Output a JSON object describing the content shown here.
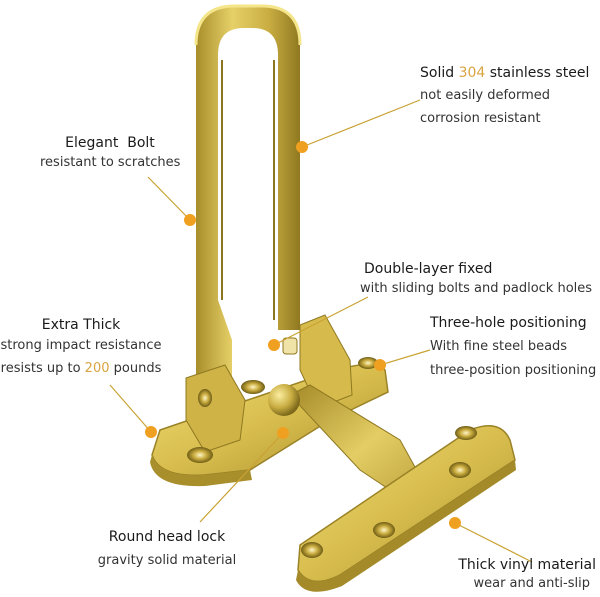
{
  "image": {
    "subject": "brass door security guard latch product",
    "background": "#ffffff",
    "accent_dot_color": "#f0a020",
    "leader_line_color": "#c9a233",
    "metal_colors": {
      "light": "#f3e27a",
      "mid": "#d2b64a",
      "dark": "#9c8322",
      "shadow": "#6f5d16"
    }
  },
  "callouts": [
    {
      "id": "solid-steel",
      "title_parts": [
        "Solid ",
        "304",
        " stainless steel"
      ],
      "lines": [
        "not easily deformed",
        "corrosion resistant"
      ]
    },
    {
      "id": "elegant-bolt",
      "title": "Elegant  Bolt",
      "lines": [
        "resistant to scratches"
      ]
    },
    {
      "id": "double-layer",
      "title": "Double-layer fixed",
      "lines": [
        "with sliding bolts and padlock holes"
      ]
    },
    {
      "id": "extra-thick",
      "title": "Extra Thick",
      "lines": [
        "strong impact resistance"
      ],
      "highlight_line_parts": [
        "resists up to ",
        "200",
        " pounds"
      ]
    },
    {
      "id": "three-hole",
      "title": "Three-hole positioning",
      "lines": [
        "With fine steel beads",
        "three-position positioning"
      ]
    },
    {
      "id": "round-head",
      "title": "Round head lock",
      "lines": [
        "gravity solid material"
      ]
    },
    {
      "id": "thick-vinyl",
      "title": "Thick vinyl material",
      "lines": [
        "wear and anti-slip"
      ]
    }
  ]
}
